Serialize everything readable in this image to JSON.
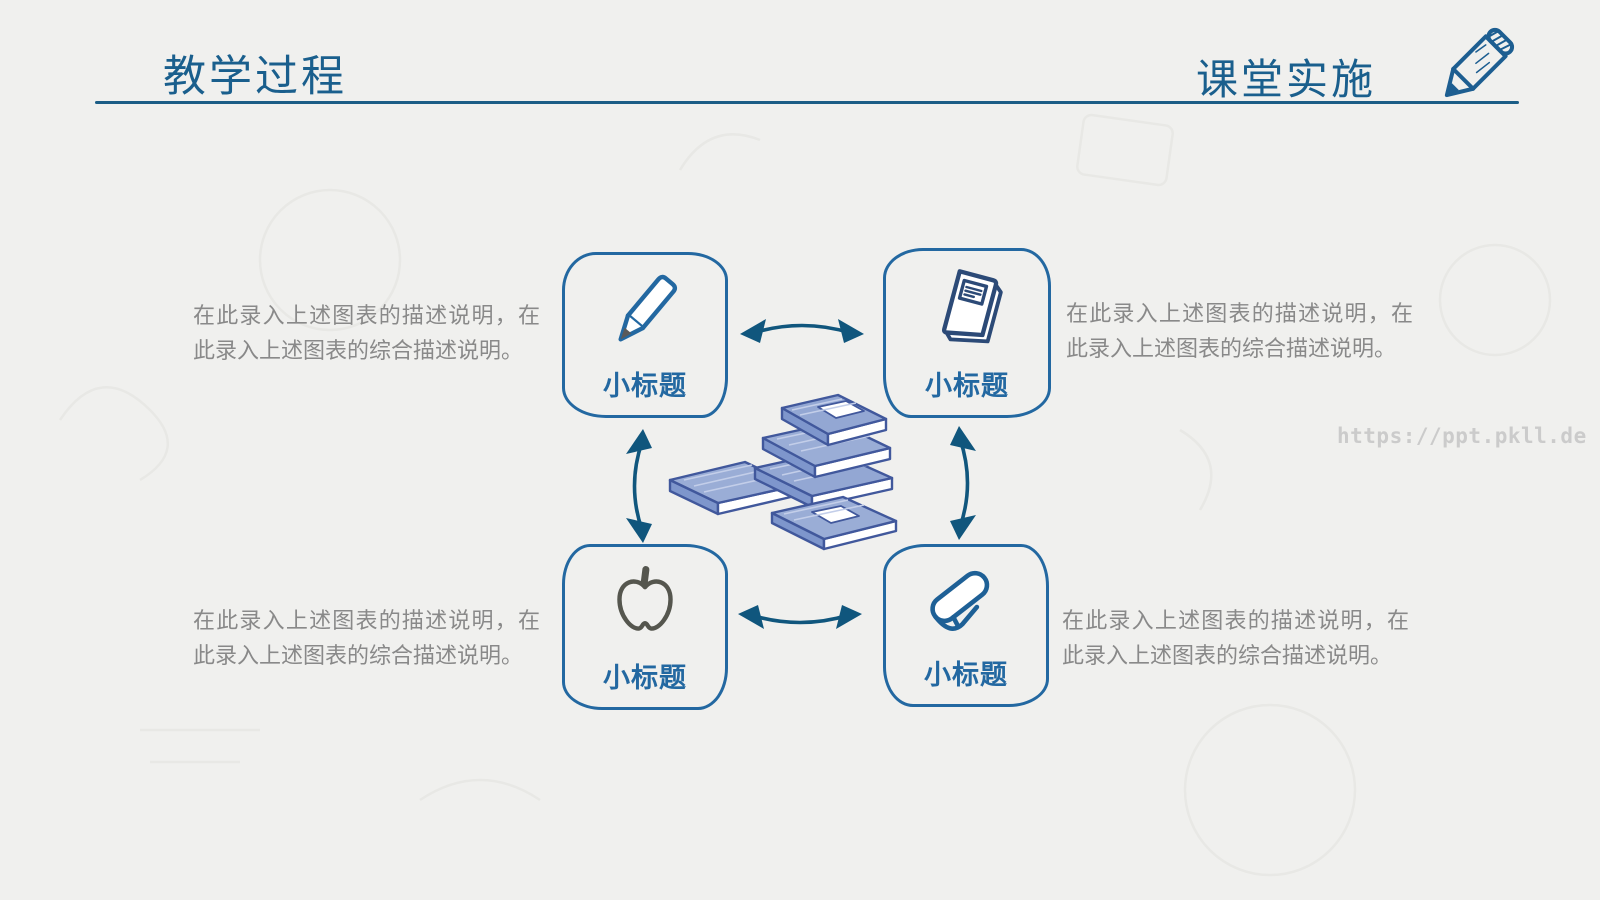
{
  "slide": {
    "header": {
      "left_title": "教学过程",
      "right_title": "课堂实施"
    },
    "nodes": [
      {
        "id": "top-left",
        "icon": "pencil-icon",
        "label": "小标题"
      },
      {
        "id": "top-right",
        "icon": "book-icon",
        "label": "小标题"
      },
      {
        "id": "bottom-left",
        "icon": "apple-icon",
        "label": "小标题"
      },
      {
        "id": "bottom-right",
        "icon": "eraser-icon",
        "label": "小标题"
      }
    ],
    "descriptions": {
      "top_left": "在此录入上述图表的描述说明，在此录入上述图表的综合描述说明。",
      "top_right": "在此录入上述图表的描述说明，在此录入上述图表的综合描述说明。",
      "bottom_left": "在此录入上述图表的描述说明，在此录入上述图表的综合描述说明。",
      "bottom_right": "在此录入上述图表的描述说明，在此录入上述图表的综合描述说明。"
    },
    "watermark": "https://ppt.pkll.de",
    "colors": {
      "title_blue": "#1a5f8d",
      "box_blue": "#2368a1",
      "arrow_blue": "#10567d",
      "desc_gray": "#898989",
      "watermark_gray": "#cbcbcb",
      "background": "#f0f0ee",
      "book_icon_navy": "#2c4a77",
      "apple_icon_gray": "#55564e",
      "books_outline": "#41589c",
      "books_fill": "#9aadd6"
    }
  }
}
